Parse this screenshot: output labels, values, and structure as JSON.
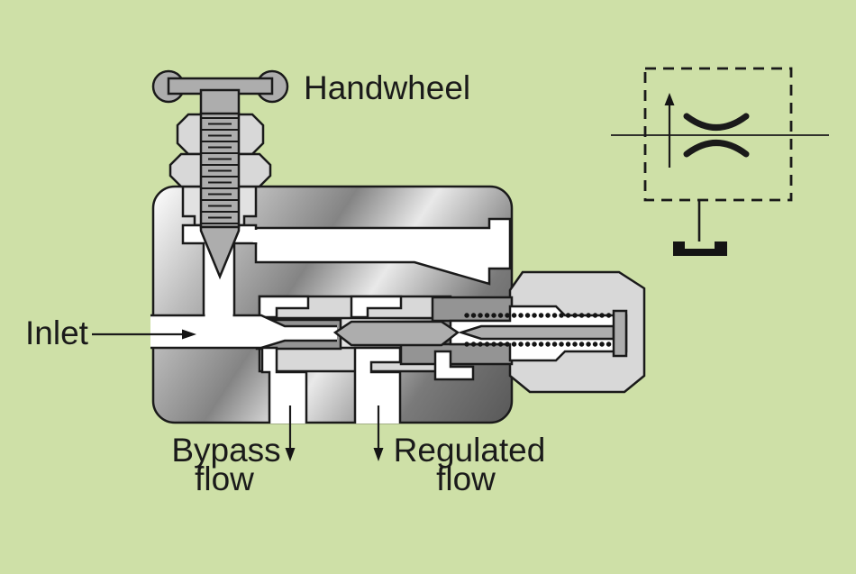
{
  "scene": {
    "background_color": "#cee0a7",
    "ink_color": "#1a1a1a",
    "description": "Cutaway diagram of a manually adjusted bypass flow-control valve with its hydraulic schematic symbol"
  },
  "labels": {
    "handwheel": "Handwheel",
    "inlet": "Inlet",
    "bypass_line1": "Bypass",
    "bypass_line2": "flow",
    "regulated_line1": "Regulated",
    "regulated_line2": "flow"
  },
  "colors": {
    "passage_white": "#ffffff",
    "metal_light": "#d8d8d8",
    "metal_mid": "#adadad",
    "metal_dark": "#949494",
    "symbol_ink": "#141414"
  },
  "symbol": {
    "icons": [
      "dashed-enclosure-box",
      "flow-line",
      "up-arrow-icon",
      "throttle-arcs-icon",
      "manual-adjust-tee-icon"
    ]
  }
}
